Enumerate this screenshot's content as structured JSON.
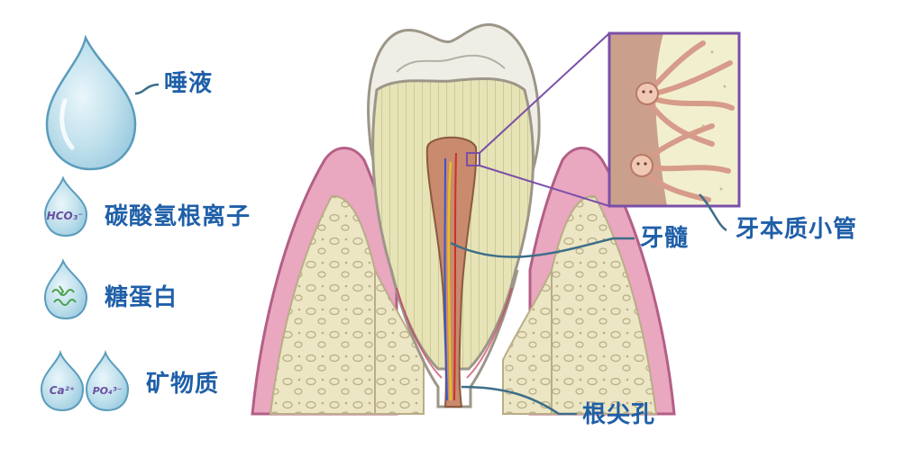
{
  "legend": {
    "saliva": "唾液",
    "bicarbonate": "碳酸氢根离子",
    "glycoprotein": "糖蛋白",
    "minerals": "矿物质"
  },
  "drop_tags": {
    "hco3": "HCO₃⁻",
    "ca": "Ca²⁺",
    "po4": "PO₄³⁻"
  },
  "labels": {
    "pulp": "牙髓",
    "dentinal_tubules": "牙本质小管",
    "apical_foramen": "根尖孔"
  },
  "colors": {
    "label_text": "#1f5fa8",
    "leader_line": "#3c6e88",
    "inset_border": "#7a4fa8",
    "gum": "#d98aa6",
    "bone": "#ece6c4",
    "enamel": "#efeee6",
    "dentin": "#e6e3b6",
    "pulp": "#c98a6e",
    "drop": "#bfe0ec"
  }
}
